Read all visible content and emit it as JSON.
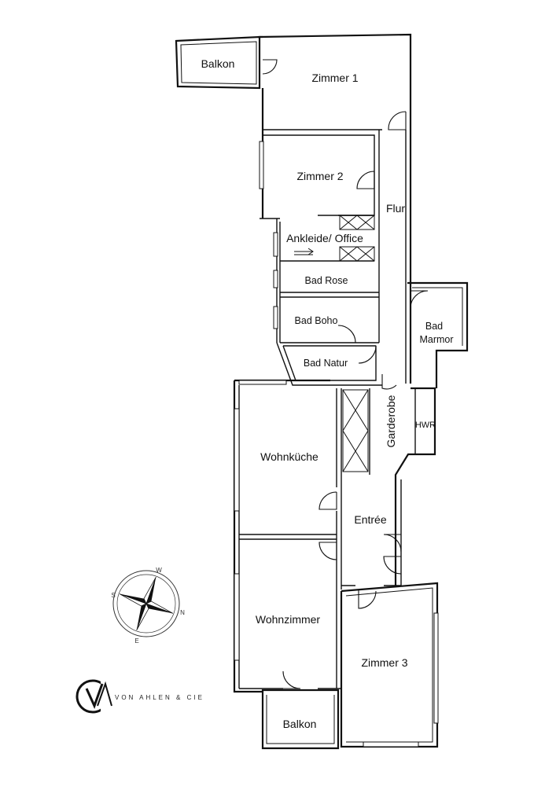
{
  "rooms": {
    "balkon_top": "Balkon",
    "zimmer1": "Zimmer 1",
    "zimmer2": "Zimmer 2",
    "flur": "Flur",
    "ankleide": "Ankleide/ Office",
    "bad_rose": "Bad Rose",
    "bad_boho": "Bad Boho",
    "bad_natur": "Bad Natur",
    "bad_marmor_1": "Bad",
    "bad_marmor_2": "Marmor",
    "garderobe": "Garderobe",
    "hwr": "HWR",
    "wohnkueche": "Wohnküche",
    "entree": "Entrée",
    "wohnzimmer": "Wohnzimmer",
    "zimmer3": "Zimmer 3",
    "balkon_bottom": "Balkon"
  },
  "compass": {
    "w": "W",
    "s": "S",
    "n": "N",
    "e": "E"
  },
  "logo": {
    "mark": "VA",
    "company": "VON AHLEN & CIE"
  },
  "colors": {
    "line": "#111111",
    "background": "#ffffff"
  }
}
